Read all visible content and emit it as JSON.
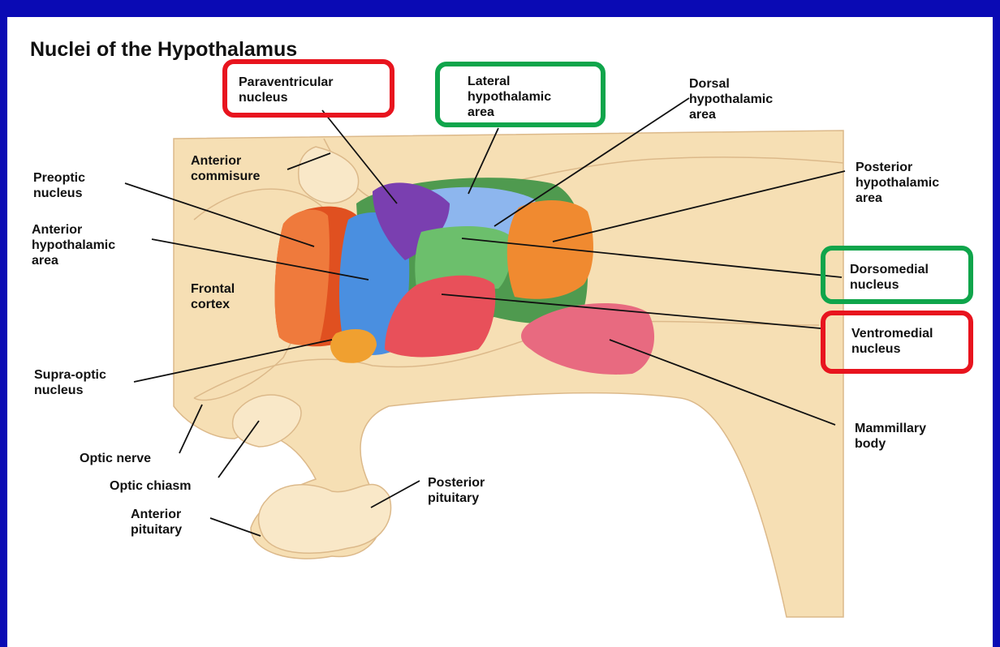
{
  "title": "Nuclei of the Hypothalamus",
  "colors": {
    "frame": "#0a0ab4",
    "highlight_red": "#e8141e",
    "highlight_green": "#0fa54b",
    "tissue": "#f6dfb4"
  },
  "labels": {
    "paraventricular": "Paraventricular\nnucleus",
    "lateral_hypothalamic": "Lateral\nhypothalamic\narea",
    "dorsal_hypothalamic": "Dorsal\nhypothalamic\narea",
    "anterior_commisure": "Anterior\ncommisure",
    "preoptic": "Preoptic\nnucleus",
    "posterior_hypothalamic": "Posterior\nhypothalamic\narea",
    "anterior_hypothalamic": "Anterior\nhypothalamic\narea",
    "dorsomedial": "Dorsomedial\nnucleus",
    "frontal_cortex": "Frontal\ncortex",
    "ventromedial": "Ventromedial\nnucleus",
    "supra_optic": "Supra-optic\nnucleus",
    "mammillary": "Mammillary\nbody",
    "optic_nerve": "Optic nerve",
    "optic_chiasm": "Optic chiasm",
    "posterior_pituitary": "Posterior\npituitary",
    "anterior_pituitary": "Anterior\npituitary"
  },
  "highlights": [
    {
      "target": "paraventricular",
      "color": "red"
    },
    {
      "target": "lateral_hypothalamic",
      "color": "green"
    },
    {
      "target": "dorsomedial",
      "color": "green"
    },
    {
      "target": "ventromedial",
      "color": "red"
    }
  ]
}
